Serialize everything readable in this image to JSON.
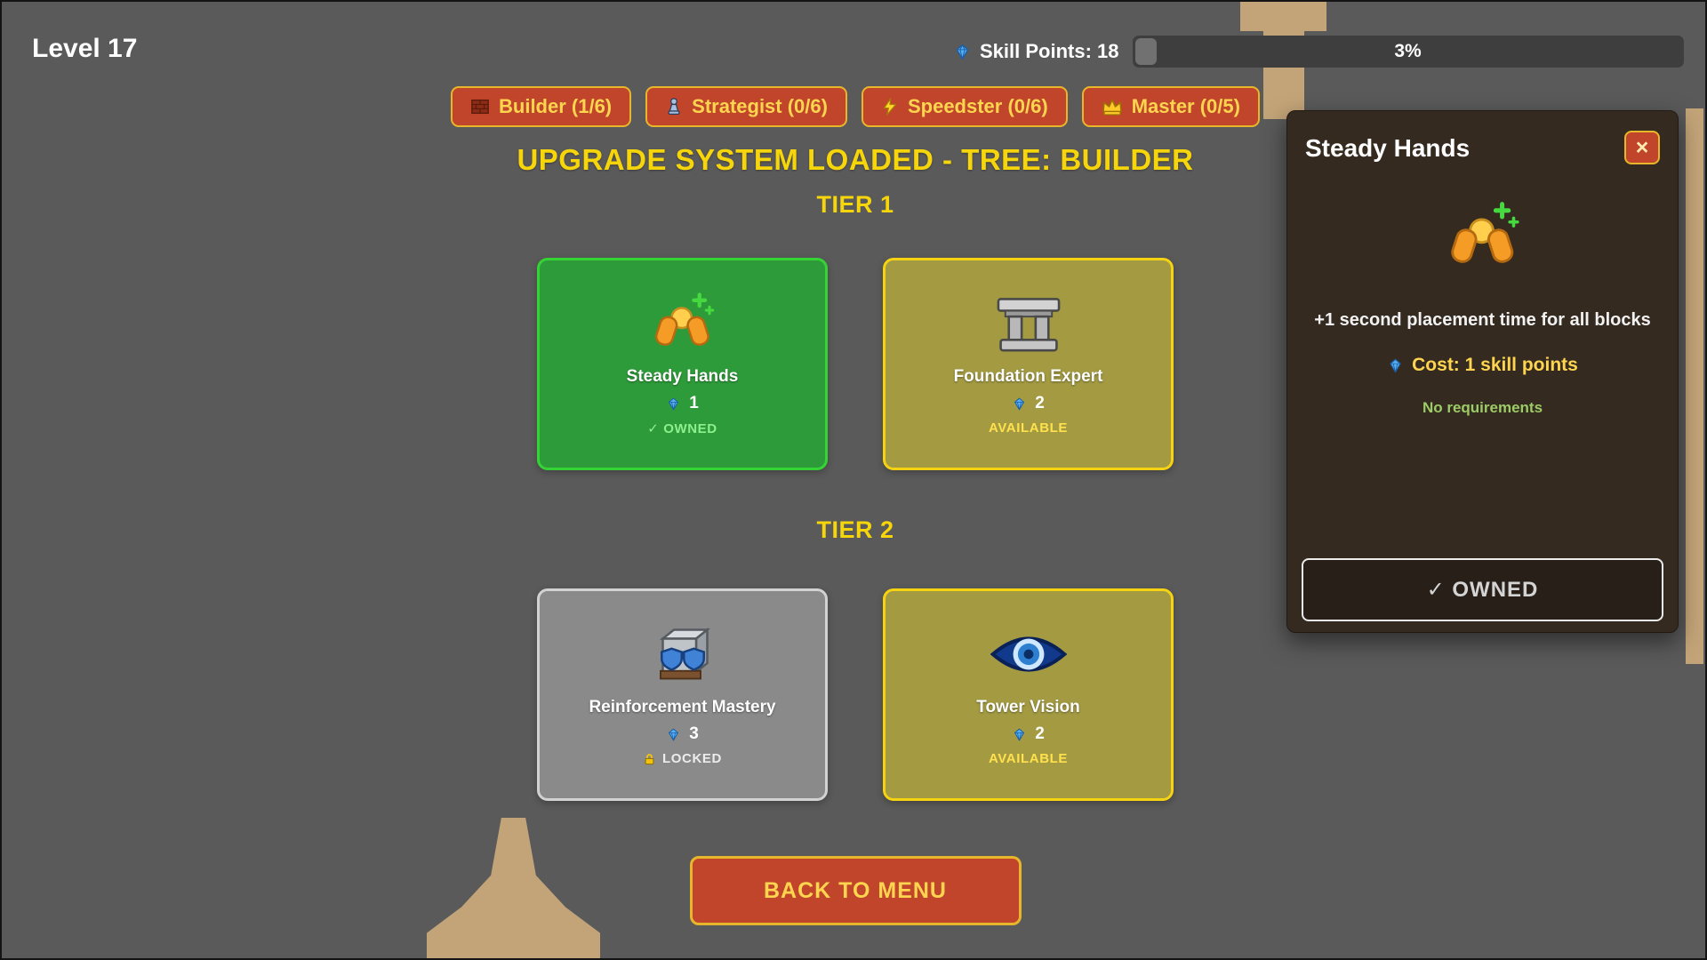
{
  "colors": {
    "background": "#5a5a5a",
    "accent_yellow": "#f6d60a",
    "tab_red": "#c0452a",
    "owned_green": "#2e9b3a",
    "available_olive": "#a39a42",
    "locked_gray": "#8a8a8a",
    "panel_brown": "#342a20",
    "terrain_tan": "#c3a478"
  },
  "header": {
    "level_label": "Level 17",
    "skill_points_label": "Skill Points: 18",
    "progress": {
      "label": "3%",
      "fill_percent": 3
    }
  },
  "tabs": [
    {
      "label": "Builder (1/6)",
      "icon": "bricks-icon"
    },
    {
      "label": "Strategist (0/6)",
      "icon": "pawn-icon"
    },
    {
      "label": "Speedster (0/6)",
      "icon": "lightning-icon"
    },
    {
      "label": "Master (0/5)",
      "icon": "crown-icon"
    }
  ],
  "title": "UPGRADE SYSTEM LOADED - TREE: BUILDER",
  "tiers": [
    {
      "label": "TIER 1",
      "cards": [
        {
          "name": "Steady Hands",
          "icon": "steady-hands-icon",
          "cost": "1",
          "status": "✓ OWNED",
          "state": "owned"
        },
        {
          "name": "Foundation Expert",
          "icon": "foundation-icon",
          "cost": "2",
          "status": "AVAILABLE",
          "state": "available"
        }
      ]
    },
    {
      "label": "TIER 2",
      "cards": [
        {
          "name": "Reinforcement Mastery",
          "icon": "reinforced-block-icon",
          "cost": "3",
          "status": "LOCKED",
          "state": "locked"
        },
        {
          "name": "Tower Vision",
          "icon": "eye-icon",
          "cost": "2",
          "status": "AVAILABLE",
          "state": "available"
        }
      ]
    }
  ],
  "back_button_label": "BACK TO MENU",
  "detail_panel": {
    "title": "Steady Hands",
    "icon": "steady-hands-icon",
    "description": "+1 second placement time for all blocks",
    "cost_label": "Cost: 1 skill points",
    "requirements": "No requirements",
    "owned_button_label": "✓ OWNED",
    "close_label": "×"
  }
}
